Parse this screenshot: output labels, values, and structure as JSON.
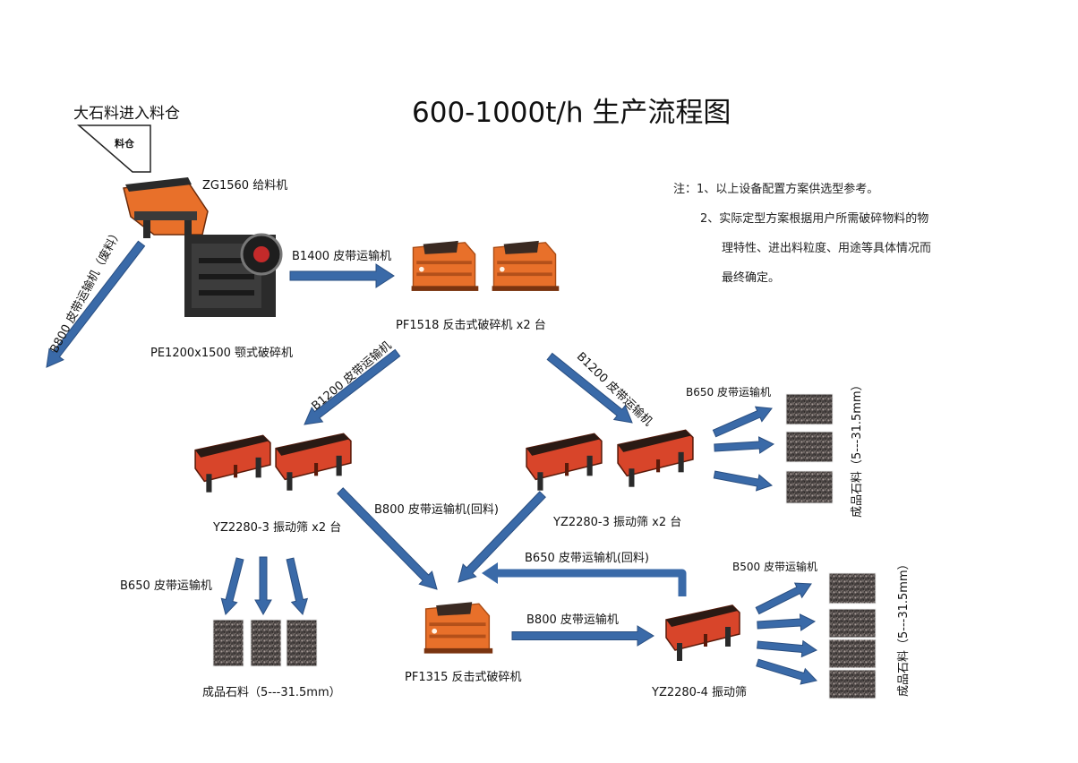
{
  "title": "600-1000t/h 生产流程图",
  "bin": {
    "caption": "大石料进入料仓",
    "label": "料仓"
  },
  "equipment": {
    "feeder": "ZG1560 给料机",
    "jaw_crusher": "PE1200x1500 颚式破碎机",
    "impact_crusher_1": "PF1518 反击式破碎机 x2 台",
    "screen_left": "YZ2280-3 振动筛 x2 台",
    "screen_right": "YZ2280-3 振动筛 x2 台",
    "impact_crusher_2": "PF1315 反击式破碎机",
    "screen_final": "YZ2280-4 振动筛"
  },
  "conveyors": {
    "waste": "B800 皮带运输机（废料）",
    "b1400": "B1400 皮带运输机",
    "b1200_left": "B1200 皮带运输机",
    "b1200_right": "B1200 皮带运输机",
    "b650_right": "B650 皮带运输机",
    "b650_left": "B650 皮带运输机",
    "b800_return": "B800 皮带运输机(回料)",
    "b650_return": "B650 皮带运输机(回料)",
    "b800": "B800 皮带运输机",
    "b500": "B500 皮带运输机"
  },
  "products": {
    "bottom": "成品石料（5---31.5mm）",
    "right_upper": "成品石料（5---31.5mm）",
    "right_lower": "成品石料（5---31.5mm）"
  },
  "notes": [
    "注：1、以上设备配置方案供选型参考。",
    "2、实际定型方案根据用户所需破碎物料的物",
    "理特性、进出料粒度、用途等具体情况而",
    "最终确定。"
  ],
  "colors": {
    "arrow": "#3a6aa8",
    "crusher": "#e8702a",
    "screen": "#d8452a",
    "machine_dark": "#2b2b2b"
  }
}
